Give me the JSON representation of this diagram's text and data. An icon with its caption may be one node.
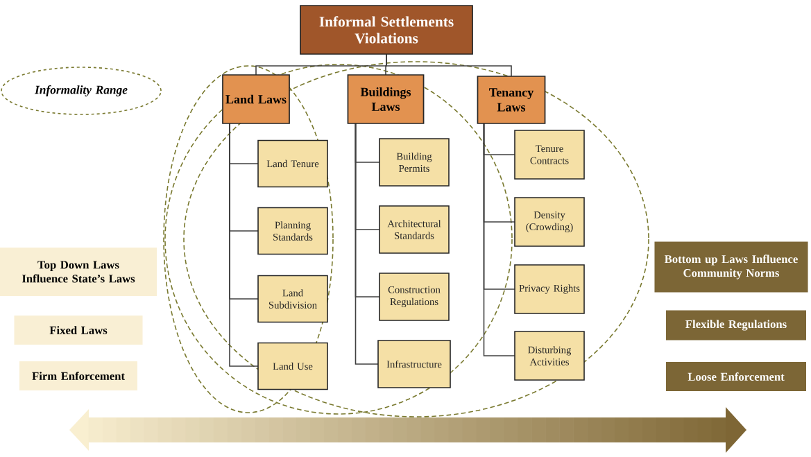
{
  "diagram": {
    "nodes": [
      {
        "text": [
          "Informal Settlements Violations"
        ]
      },
      {
        "text": [
          "Land Laws"
        ]
      },
      {
        "text": [
          "Buildings Laws"
        ]
      },
      {
        "text": [
          "Tenancy Laws"
        ]
      },
      {
        "text": [
          "Land Tenure"
        ]
      },
      {
        "text": [
          "Planning Standards"
        ]
      },
      {
        "text": [
          "Land Subdivision"
        ]
      },
      {
        "text": [
          "Land Use"
        ]
      },
      {
        "text": [
          "Building Permits"
        ]
      },
      {
        "text": [
          "Architectural Standards"
        ]
      },
      {
        "text": [
          "Construction Regulations"
        ]
      },
      {
        "text": [
          "Infrastructure"
        ]
      },
      {
        "text": [
          "Tenure Contracts"
        ]
      },
      {
        "text": [
          "Density (Crowding)"
        ]
      },
      {
        "text": [
          "Privacy Rights"
        ]
      },
      {
        "text": [
          "Disturbing Activities"
        ]
      },
      {
        "text": [
          "Informality Range"
        ]
      },
      {
        "text": [
          "Top Down Laws Influence State’s Laws"
        ]
      },
      {
        "text": [
          "Fixed Laws"
        ]
      },
      {
        "text": [
          "Firm Enforcement"
        ]
      },
      {
        "text": [
          "Bottom up Laws Influence Community Norms"
        ]
      },
      {
        "text": [
          "Flexible Regulations"
        ]
      },
      {
        "text": [
          "Loose Enforcement"
        ]
      }
    ],
    "edges": [
      {
        "from": 0,
        "to": 1,
        "arrow": "none"
      },
      {
        "from": 0,
        "to": 2,
        "arrow": "none"
      },
      {
        "from": 0,
        "to": 3,
        "arrow": "none"
      },
      {
        "from": 1,
        "to": 4,
        "arrow": "none"
      },
      {
        "from": 1,
        "to": 5,
        "arrow": "none"
      },
      {
        "from": 1,
        "to": 6,
        "arrow": "none"
      },
      {
        "from": 1,
        "to": 7,
        "arrow": "none"
      },
      {
        "from": 2,
        "to": 8,
        "arrow": "none"
      },
      {
        "from": 2,
        "to": 9,
        "arrow": "none"
      },
      {
        "from": 2,
        "to": 10,
        "arrow": "none"
      },
      {
        "from": 2,
        "to": 11,
        "arrow": "none"
      },
      {
        "from": 3,
        "to": 12,
        "arrow": "none"
      },
      {
        "from": 3,
        "to": 13,
        "arrow": "none"
      },
      {
        "from": 3,
        "to": 14,
        "arrow": "none"
      },
      {
        "from": 3,
        "to": 15,
        "arrow": "none"
      }
    ]
  }
}
